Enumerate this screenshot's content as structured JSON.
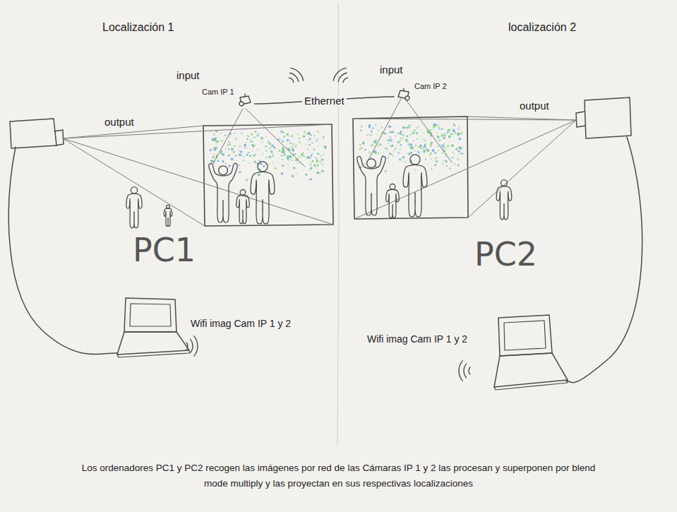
{
  "diagram": {
    "caption": "Los ordenadores PC1 y PC2 recogen las imágenes por red de las Cámaras IP 1 y 2 las procesan y superponen por blend mode multiply y las proyectan en sus respectivas localizaciones",
    "nodes": [
      {
        "text": [
          "Cam IP 1"
        ]
      },
      {
        "text": [
          "Cam IP 2"
        ]
      },
      {
        "text": [
          "PC1",
          "Wifi imag Cam IP 1 y 2"
        ]
      },
      {
        "text": [
          "PC2",
          "Wifi imag Cam IP 1 y 2"
        ]
      }
    ],
    "edges": [
      {
        "from": 0,
        "to": 1,
        "arrow": "none",
        "label": "Ethernet"
      }
    ],
    "labels": [
      "Localización 1",
      "localización 2",
      "input",
      "input",
      "output",
      "output"
    ]
  }
}
